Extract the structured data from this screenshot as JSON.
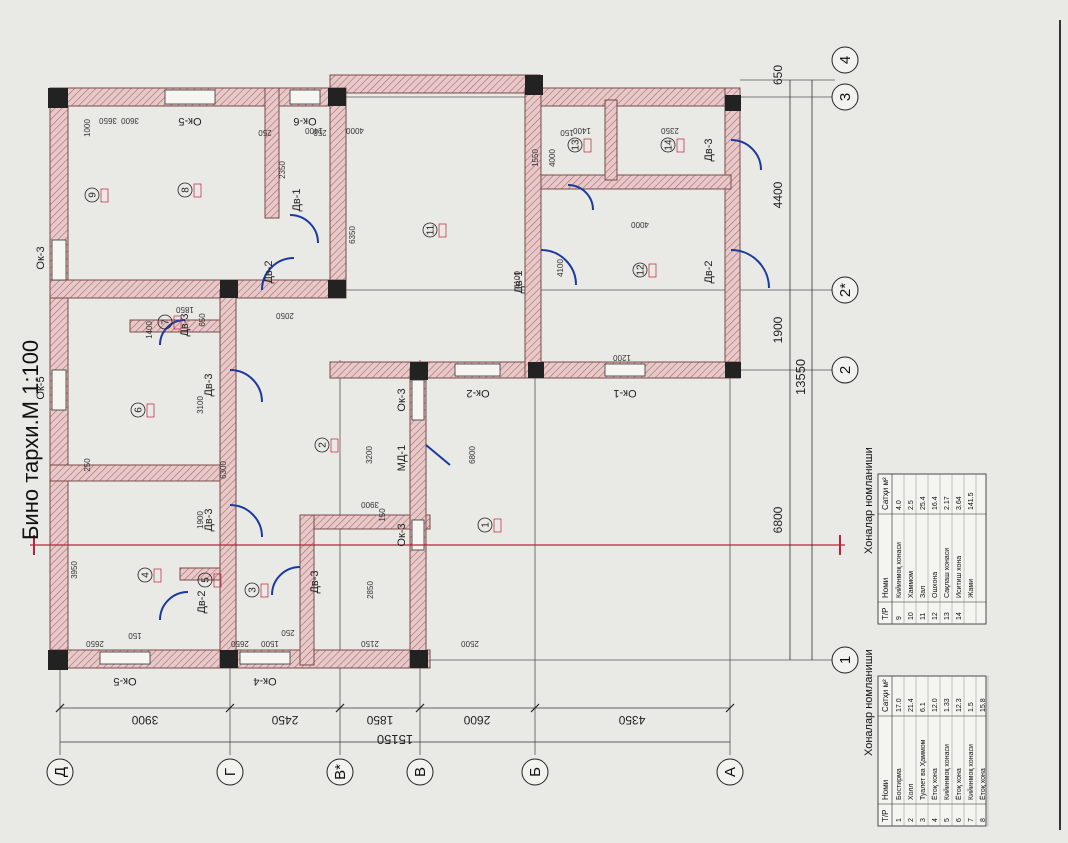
{
  "plan": {
    "title": "Бино тархи.М 1:100",
    "axes_letters": [
      "Д",
      "Г",
      "В*",
      "В",
      "Б",
      "А"
    ],
    "axes_numbers": [
      "1",
      "2",
      "2*",
      "3",
      "4"
    ],
    "dims_bottom": [
      "3900",
      "2450",
      "1850",
      "2600",
      "4350"
    ],
    "dim_bottom_total": "15150",
    "dims_right": [
      "6800",
      "1900",
      "4400",
      "650"
    ],
    "dim_right_total": "13550",
    "windows": [
      "Ок-5",
      "Ок-4",
      "Ок-3",
      "Ок-5",
      "Ок-5",
      "Ок-6",
      "Ок-3",
      "Ок-2",
      "Ок-3",
      "Ок-1"
    ],
    "doors": [
      "Дв-2",
      "Дв-3",
      "Дв-3",
      "Дв-3",
      "Дв-3",
      "Дв-2",
      "Дв-1",
      "Дв-1",
      "Дв-2",
      "Дв-3",
      "МД-1"
    ],
    "room_numbers": [
      "1",
      "2",
      "3",
      "4",
      "5",
      "6",
      "7",
      "8",
      "9",
      "11",
      "12",
      "13",
      "14"
    ],
    "inner_dims": [
      "2650",
      "2650",
      "150",
      "1500",
      "2150",
      "2500",
      "4100",
      "3650",
      "3900",
      "3100",
      "4000",
      "1900",
      "1400",
      "2350",
      "1400",
      "2050",
      "1850",
      "650",
      "4000",
      "6800",
      "1550",
      "1400",
      "2350",
      "4000",
      "4100",
      "1200",
      "3200",
      "2850",
      "3950",
      "3600",
      "1000",
      "150",
      "250",
      "150",
      "250",
      "6300",
      "6350",
      "250",
      "250"
    ]
  },
  "table1": {
    "title": "Хоналар номланиши",
    "headers": [
      "Т/Р",
      "Номи",
      "Сатҳи м²"
    ],
    "rows": [
      [
        "1",
        "Бостирма",
        "17.0"
      ],
      [
        "2",
        "Холл",
        "21.4"
      ],
      [
        "3",
        "Туалет ва Ҳаммом",
        "6.1"
      ],
      [
        "4",
        "Ётоқ хона",
        "12.0"
      ],
      [
        "5",
        "Кийинмоқ хонаси",
        "1.33"
      ],
      [
        "6",
        "Ётоқ хона",
        "12.3"
      ],
      [
        "7",
        "Кийинмоқ хонаси",
        "1.5"
      ],
      [
        "8",
        "Ётоқ хона",
        "15.8"
      ]
    ]
  },
  "table2": {
    "title": "Хоналар номланиши",
    "headers": [
      "Т/Р",
      "Номи",
      "Сатҳи м²"
    ],
    "rows": [
      [
        "9",
        "Кийинмоқ хонаси",
        "4.0"
      ],
      [
        "10",
        "Хаммом",
        "2.5"
      ],
      [
        "11",
        "Зал",
        "25.4"
      ],
      [
        "12",
        "Ошхона",
        "16.4"
      ],
      [
        "13",
        "Сақлаш хонаси",
        "2.17"
      ],
      [
        "14",
        "Иситиш хона",
        "3.64"
      ],
      [
        "",
        "Жами",
        "141.5"
      ]
    ]
  }
}
